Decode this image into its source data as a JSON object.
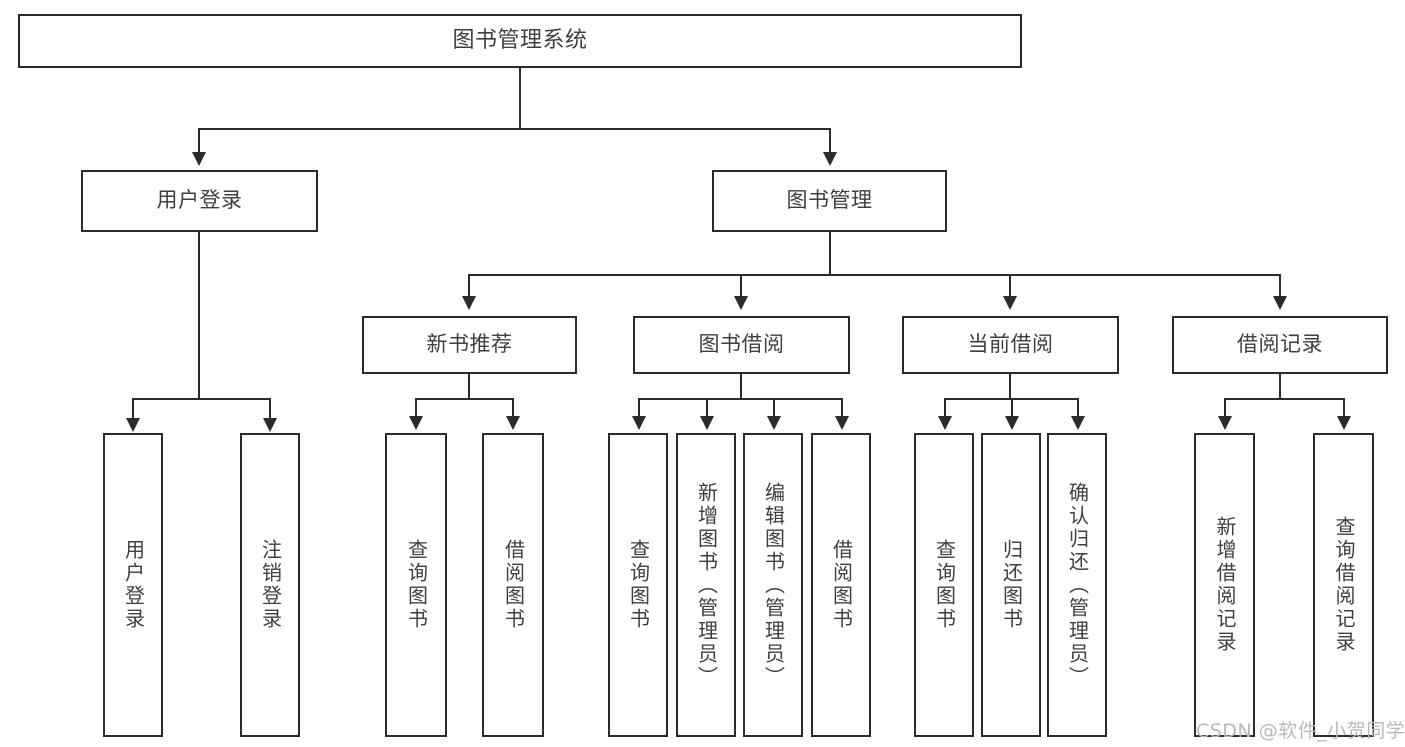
{
  "diagram": {
    "title": "图书管理系统",
    "type": "tree-hierarchy",
    "levels": 4,
    "root": {
      "label": "图书管理系统"
    },
    "level2": [
      {
        "label": "用户登录"
      },
      {
        "label": "图书管理"
      }
    ],
    "level3": [
      {
        "label": "新书推荐"
      },
      {
        "label": "图书借阅"
      },
      {
        "label": "当前借阅"
      },
      {
        "label": "借阅记录"
      }
    ],
    "leaves": {
      "user_login": [
        {
          "label": "用户登录"
        },
        {
          "label": "注销登录"
        }
      ],
      "new_book_recommend": [
        {
          "label": "查询图书"
        },
        {
          "label": "借阅图书"
        }
      ],
      "book_borrow": [
        {
          "label": "查询图书"
        },
        {
          "label": "新增图书（管理员）"
        },
        {
          "label": "编辑图书（管理员）"
        },
        {
          "label": "借阅图书"
        }
      ],
      "current_borrow": [
        {
          "label": "查询图书"
        },
        {
          "label": "归还图书"
        },
        {
          "label": "确认归还（管理员）"
        }
      ],
      "borrow_records": [
        {
          "label": "新增借阅记录"
        },
        {
          "label": "查询借阅记录"
        }
      ]
    }
  },
  "watermark": {
    "text": "CSDN @软件_小贺同学"
  },
  "colors": {
    "border": "#2b2b2b",
    "text": "#3f3f3f",
    "background": "#ffffff",
    "watermark": "#b9b9b9"
  }
}
